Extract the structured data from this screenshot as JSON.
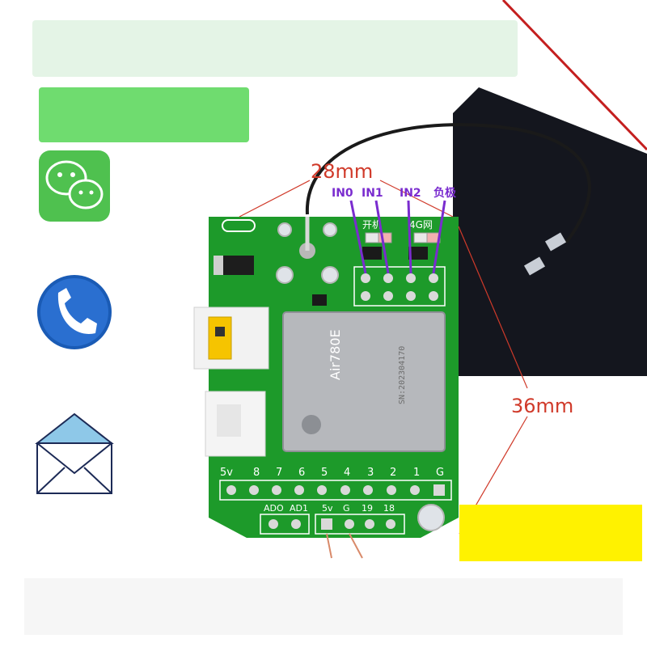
{
  "dimensions": {
    "width": "28mm",
    "height": "36mm"
  },
  "pin_labels": [
    "IN0",
    "IN1",
    "IN2",
    "负极"
  ],
  "board": {
    "led_labels": [
      "开机",
      "4G网"
    ],
    "bottom_header": [
      "5v",
      "8",
      "7",
      "6",
      "5",
      "4",
      "3",
      "2",
      "1",
      "G"
    ],
    "small_header_left": [
      "ADO",
      "AD1"
    ],
    "small_header_right": [
      "5v",
      "G",
      "19",
      "18"
    ],
    "module_text": "Air780E",
    "module_sn": "SN:202304170"
  },
  "colors": {
    "pcb": "#1d9a2a",
    "dimension_line": "#d03a2a",
    "pin_label": "#7a2ccf",
    "wechat_green": "#4fc14f",
    "phone_blue": "#1a5bb5",
    "mail_blue": "#8ec8e8",
    "highlight_yellow": "#fff200"
  },
  "icons": [
    "wechat-icon",
    "phone-icon",
    "mail-icon"
  ]
}
